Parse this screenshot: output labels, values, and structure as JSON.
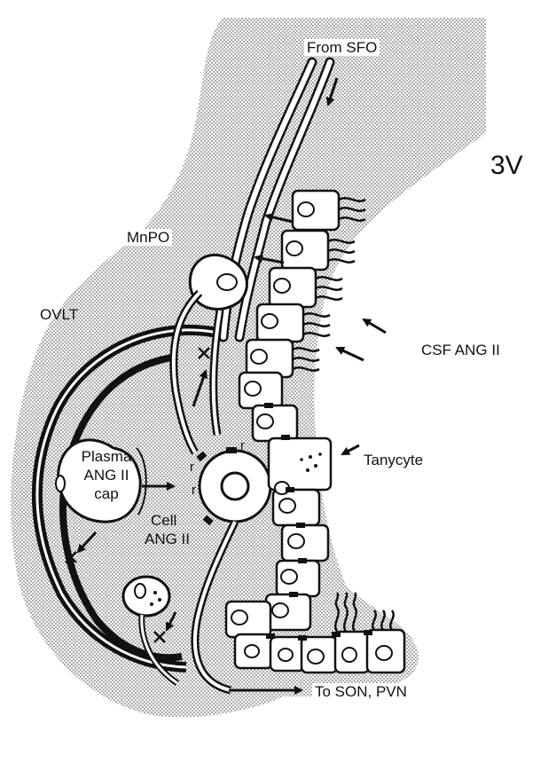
{
  "labels": {
    "from_sfo": "From SFO",
    "third_ventricle": "3V",
    "mnpo": "MnPO",
    "ovlt": "OVLT",
    "csf_ang": "CSF ANG II",
    "tanycyte": "Tanycyte",
    "plasma_line1": "Plasma",
    "plasma_line2": "ANG II",
    "plasma_line3": "cap",
    "cell_line1": "Cell",
    "cell_line2": "ANG II",
    "receptor_marker": "r",
    "to_son_pvn": "To SON, PVN"
  },
  "colors": {
    "ink": "#111111",
    "stipple_dot": "#8a8a8a",
    "paper": "#ffffff"
  }
}
